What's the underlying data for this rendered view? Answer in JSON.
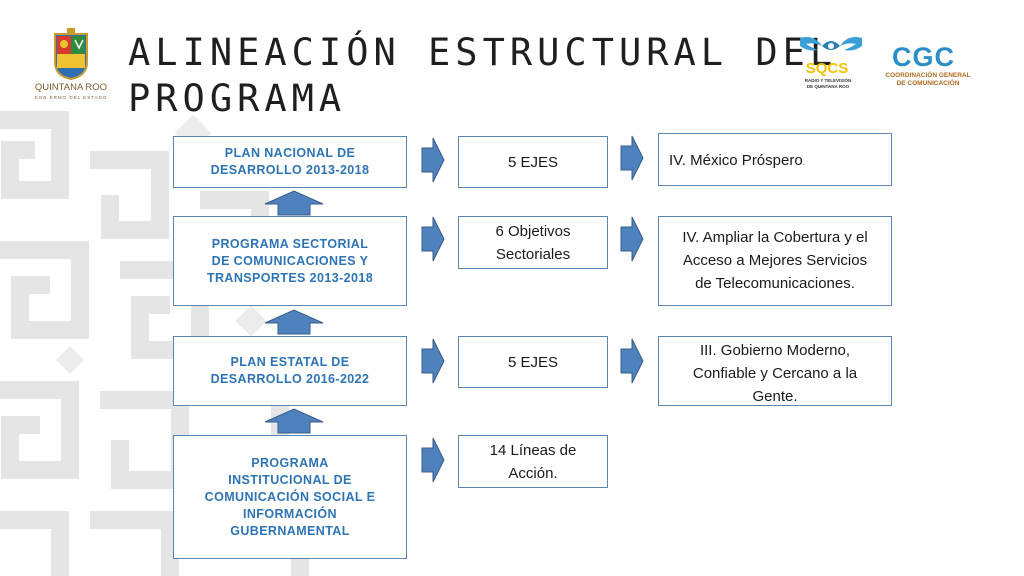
{
  "title": {
    "line1": "ALINEACIÓN ESTRUCTURAL DEL",
    "line2": "PROGRAMA"
  },
  "logos": {
    "quintana_roo": {
      "name": "QUINTANA ROO",
      "tagline": "SON ERMO DEL ESTADO",
      "icon": "coat-of-arms-icon"
    },
    "sqcs": {
      "text": "SQCS",
      "subtitle_line1": "RADIO Y TELEVISIÓN",
      "subtitle_line2": "DE QUINTANA ROO",
      "icon": "bird-icon"
    },
    "cgc": {
      "text": "CGC",
      "subtitle_line1": "COORDINACIÓN GENERAL",
      "subtitle_line2": "DE COMUNICACIÓN"
    }
  },
  "rows": [
    {
      "left": {
        "line1": "PLAN NACIONAL DE",
        "line2": "DESARROLLO 2013-2018"
      },
      "middle": "5 EJES",
      "right": {
        "text": "IV. México Próspero",
        "suffix": "."
      }
    },
    {
      "left": {
        "line1": "PROGRAMA SECTORIAL",
        "line2": "DE COMUNICACIONES Y",
        "line3": "TRANSPORTES 2013-2018"
      },
      "middle": {
        "line1": "6 Objetivos",
        "line2": "Sectoriales"
      },
      "right": {
        "line1": "IV. Ampliar la Cobertura y el",
        "line2": "Acceso a Mejores Servicios",
        "line3": "de Telecomunicaciones."
      }
    },
    {
      "left": {
        "line1": "PLAN ESTATAL DE",
        "line2": "DESARROLLO 2016-2022"
      },
      "middle": "5 EJES",
      "right": {
        "line1": "III. Gobierno Moderno,",
        "line2": "Confiable y Cercano a la",
        "line3": "Gente."
      }
    },
    {
      "left": {
        "line1": "PROGRAMA",
        "line2": "INSTITUCIONAL DE",
        "line3": "COMUNICACIÓN SOCIAL E",
        "line4": "INFORMACIÓN",
        "line5": "GUBERNAMENTAL"
      },
      "middle": {
        "line1": "14 Líneas de",
        "line2": "Acción."
      }
    }
  ],
  "colors": {
    "left_text": "#2e74b5",
    "box_border": "#5b86b3",
    "arrow_fill": "#4f81bd",
    "arrow_stroke": "#385d8a",
    "pattern": "#e6e6e6"
  }
}
